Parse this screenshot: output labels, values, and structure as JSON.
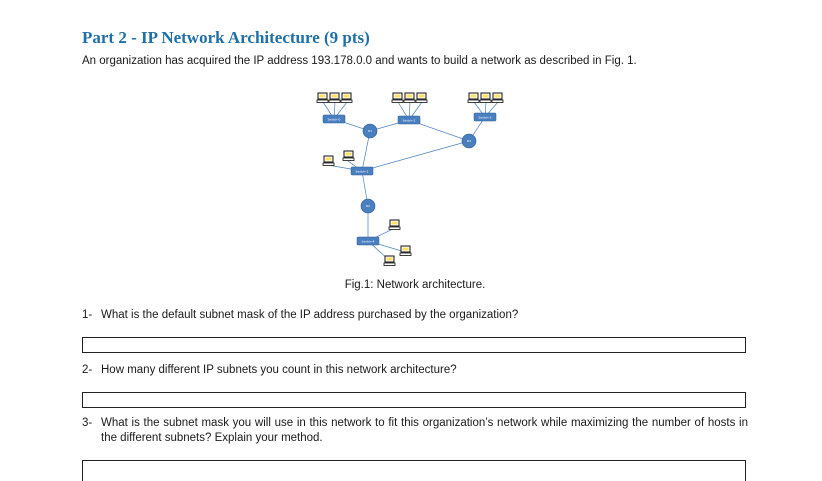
{
  "title": "Part 2 - IP Network Architecture (9 pts)",
  "intro": "An organization has acquired the IP address 193.178.0.0 and wants to build a network as described in Fig. 1.",
  "figure": {
    "caption": "Fig.1: Network architecture.",
    "switch_labels": [
      "Switch-0",
      "Switch-2",
      "Switch-3",
      "Switch-1",
      "Switch-4"
    ],
    "router_labels": [
      "R1",
      "R3",
      "R2"
    ]
  },
  "questions": [
    {
      "number": "1-",
      "text": "What is the default subnet mask of the IP address purchased by the organization?"
    },
    {
      "number": "2-",
      "text": "How many different IP subnets you count in this network architecture?"
    },
    {
      "number": "3-",
      "text": "What is the subnet mask you will use in this network to fit this organization’s network while maximizing the number of hosts in the different subnets? Explain your method."
    }
  ],
  "colors": {
    "title": "#1f6fa8",
    "device": "#4a7fbf",
    "link": "#4a7fbf"
  }
}
